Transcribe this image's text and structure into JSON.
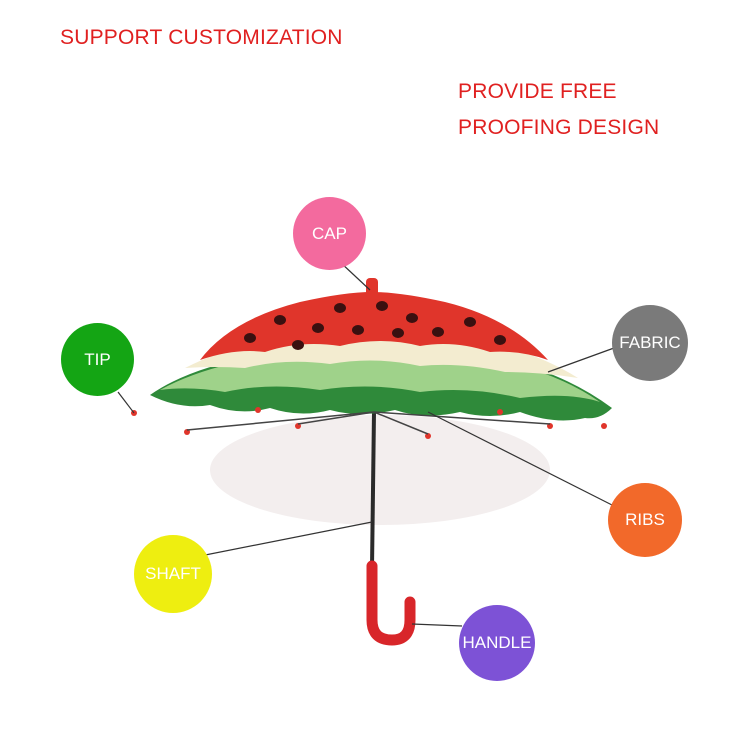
{
  "headlines": {
    "support": "SUPPORT CUSTOMIZATION",
    "free_line1": "PROVIDE FREE",
    "free_line2": "PROOFING DESIGN"
  },
  "labels": {
    "cap": {
      "text": "CAP",
      "color": "#f36a9e"
    },
    "tip": {
      "text": "TIP",
      "color": "#14a514"
    },
    "fabric": {
      "text": "FABRIC",
      "color": "#7a7a7a"
    },
    "ribs": {
      "text": "RIBS",
      "color": "#f2692a"
    },
    "shaft": {
      "text": "SHAFT",
      "color": "#eeee10"
    },
    "handle": {
      "text": "HANDLE",
      "color": "#7d52d6"
    }
  },
  "colors": {
    "headline": "#e02020",
    "watermelon_red": "#e0352b",
    "rind_green": "#2f8a3a",
    "rind_light": "#9fd28a",
    "pith": "#f3ecd0",
    "handle_red": "#d8262a"
  }
}
